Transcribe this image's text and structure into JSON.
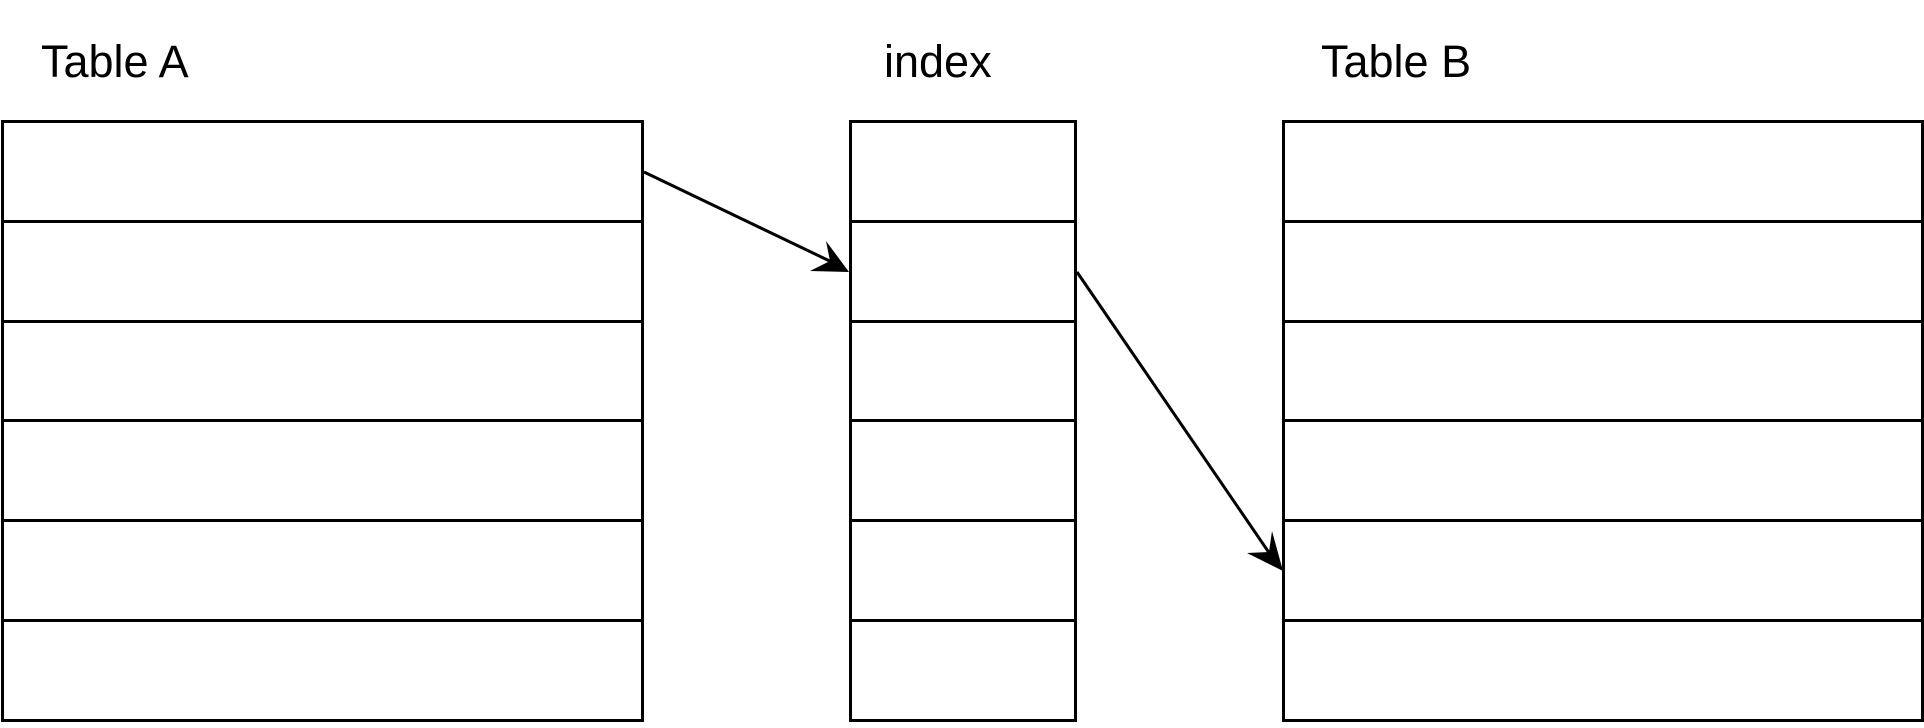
{
  "diagram": {
    "labels": {
      "table_a": "Table A",
      "index": "index",
      "table_b": "Table B"
    },
    "tables": {
      "table_a": {
        "rows": 6
      },
      "index": {
        "rows": 6
      },
      "table_b": {
        "rows": 6
      }
    },
    "arrows": [
      {
        "from": "table_a.row_0",
        "to": "index.row_1"
      },
      {
        "from": "index.row_1",
        "to": "table_b.row_4"
      }
    ],
    "colors": {
      "stroke": "#000000",
      "background": "#ffffff"
    }
  }
}
